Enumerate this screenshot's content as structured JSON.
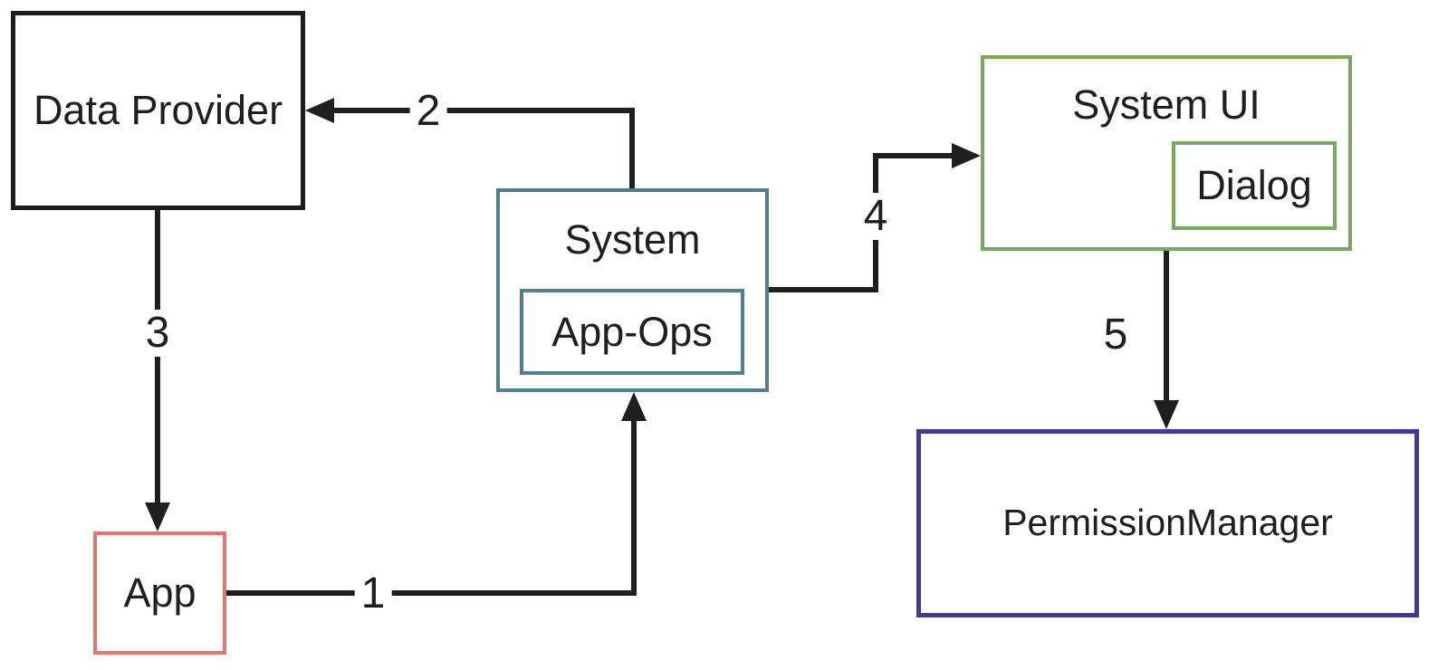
{
  "nodes": {
    "data_provider": {
      "label": "Data Provider",
      "border_color": "#1c1c1c"
    },
    "app": {
      "label": "App",
      "border_color": "#df7670"
    },
    "system": {
      "label": "System",
      "border_color": "#4e808e"
    },
    "app_ops": {
      "label": "App-Ops",
      "border_color": "#4e808e"
    },
    "system_ui": {
      "label": "System UI",
      "border_color": "#76aa5c"
    },
    "dialog": {
      "label": "Dialog",
      "border_color": "#76aa5c"
    },
    "permission_manager": {
      "label": "PermissionManager",
      "border_color": "#43398f"
    }
  },
  "arrows": {
    "a1": {
      "label": "1",
      "from": "App",
      "to": "System"
    },
    "a2": {
      "label": "2",
      "from": "System",
      "to": "Data Provider"
    },
    "a3": {
      "label": "3",
      "from": "Data Provider",
      "to": "App"
    },
    "a4": {
      "label": "4",
      "from": "System",
      "to": "System UI"
    },
    "a5": {
      "label": "5",
      "from": "System UI",
      "to": "PermissionManager"
    }
  },
  "colors": {
    "background": "#ffffff",
    "line": "#1f1f1f",
    "text": "#1f1f1f"
  }
}
